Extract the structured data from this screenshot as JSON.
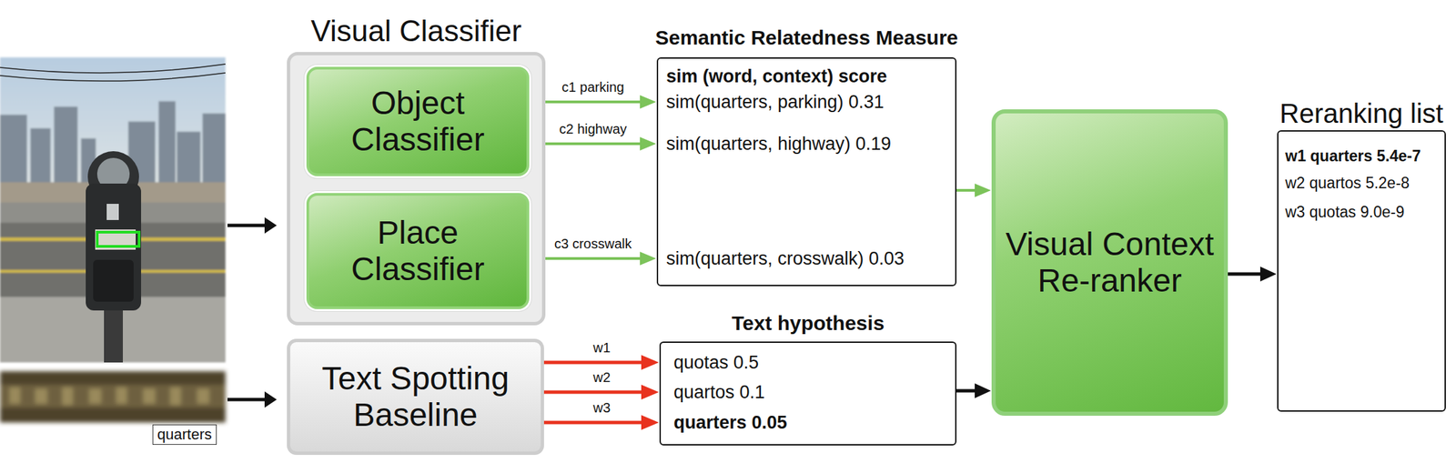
{
  "diagram": {
    "nodes": [
      {
        "text": [
          "quarters"
        ]
      },
      {
        "text": [
          "Visual Classifier"
        ]
      },
      {
        "text": [
          "Object Classifier"
        ],
        "in": 1
      },
      {
        "text": [
          "Place Classifier"
        ],
        "in": 1
      },
      {
        "text": [
          "Text Spotting Baseline"
        ]
      },
      {
        "text": [
          "Semantic Relatedness Measure",
          "sim (word, context) score",
          "sim(quarters, parking) 0.31",
          "sim(quarters, highway) 0.19",
          "sim(quarters, crosswalk) 0.03"
        ]
      },
      {
        "text": [
          "Text hypothesis",
          "quotas 0.5",
          "quartos 0.1",
          "quarters 0.05"
        ]
      },
      {
        "text": [
          "Visual Context Re-ranker"
        ]
      },
      {
        "text": [
          "Reranking list",
          "w1 quarters 5.4e-7",
          "w2 quartos 5.2e-8",
          "w3 quotas 9.0e-9"
        ]
      }
    ],
    "edges": [
      {
        "from": 2,
        "to": 5,
        "label": "c1 parking",
        "arrow": "to"
      },
      {
        "from": 2,
        "to": 5,
        "label": "c2 highway",
        "arrow": "to"
      },
      {
        "from": 3,
        "to": 5,
        "label": "c3 crosswalk",
        "arrow": "to"
      },
      {
        "from": 4,
        "to": 6,
        "label": "w1",
        "arrow": "to"
      },
      {
        "from": 4,
        "to": 6,
        "label": "w2",
        "arrow": "to"
      },
      {
        "from": 4,
        "to": 6,
        "label": "w3",
        "arrow": "to"
      },
      {
        "from": 5,
        "to": 7,
        "arrow": "to"
      },
      {
        "from": 6,
        "to": 7,
        "arrow": "to"
      },
      {
        "from": 7,
        "to": 8,
        "arrow": "to"
      }
    ]
  }
}
